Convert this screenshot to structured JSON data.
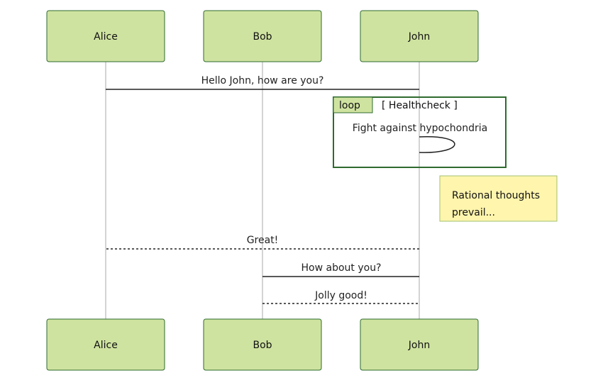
{
  "actors": [
    {
      "id": "alice",
      "name": "Alice"
    },
    {
      "id": "bob",
      "name": "Bob"
    },
    {
      "id": "john",
      "name": "John"
    }
  ],
  "messages": [
    {
      "from": "alice",
      "to": "john",
      "text": "Hello John, how are you?",
      "style": "solid"
    },
    {
      "from": "john",
      "to": "john",
      "text": "Fight against hypochondria",
      "style": "solid"
    },
    {
      "from": "john",
      "to": "alice",
      "text": "Great!",
      "style": "dashed"
    },
    {
      "from": "john",
      "to": "bob",
      "text": "How about you?",
      "style": "solid"
    },
    {
      "from": "bob",
      "to": "john",
      "text": "Jolly good!",
      "style": "dashed"
    }
  ],
  "loop": {
    "keyword": "loop",
    "condition": "[ Healthcheck ]"
  },
  "note": {
    "line1": "Rational thoughts",
    "line2": "prevail..."
  },
  "colors": {
    "actor_fill": "#cfe3a0",
    "actor_border": "#2e6b2e",
    "note_fill": "#fff5ad",
    "lifeline": "#aaaaaa"
  }
}
